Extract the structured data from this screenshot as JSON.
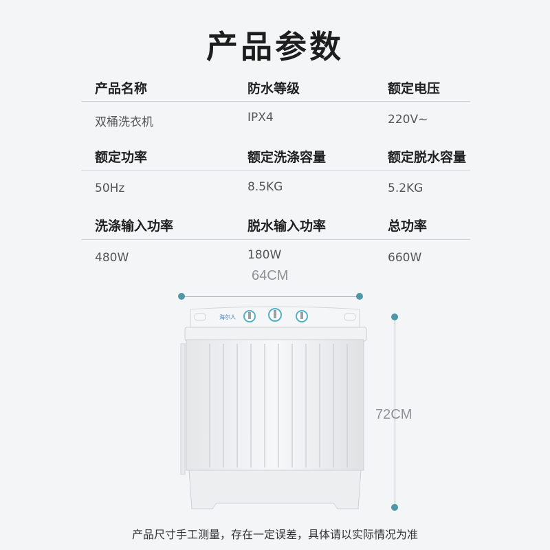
{
  "title": "产品参数",
  "specs": [
    {
      "label": "产品名称",
      "value": "双桶洗衣机"
    },
    {
      "label": "防水等级",
      "value": "IPX4"
    },
    {
      "label": "额定电压",
      "value": "220V~"
    },
    {
      "label": "额定功率",
      "value": "50Hz"
    },
    {
      "label": "额定洗涤容量",
      "value": "8.5KG"
    },
    {
      "label": "额定脱水容量",
      "value": "5.2KG"
    },
    {
      "label": "洗涤输入功率",
      "value": "480W"
    },
    {
      "label": "脱水输入功率",
      "value": "180W"
    },
    {
      "label": "总功率",
      "value": "660W"
    }
  ],
  "dimensions": {
    "width": "64CM",
    "height": "72CM"
  },
  "product_logo": "海尔人",
  "footer_note": "产品尺寸手工测量，存在一定误差，具体请以实际情况为准",
  "colors": {
    "accent": "#4f97a6",
    "background": "#f4f5f7"
  },
  "product_image": "washing-machine-image"
}
